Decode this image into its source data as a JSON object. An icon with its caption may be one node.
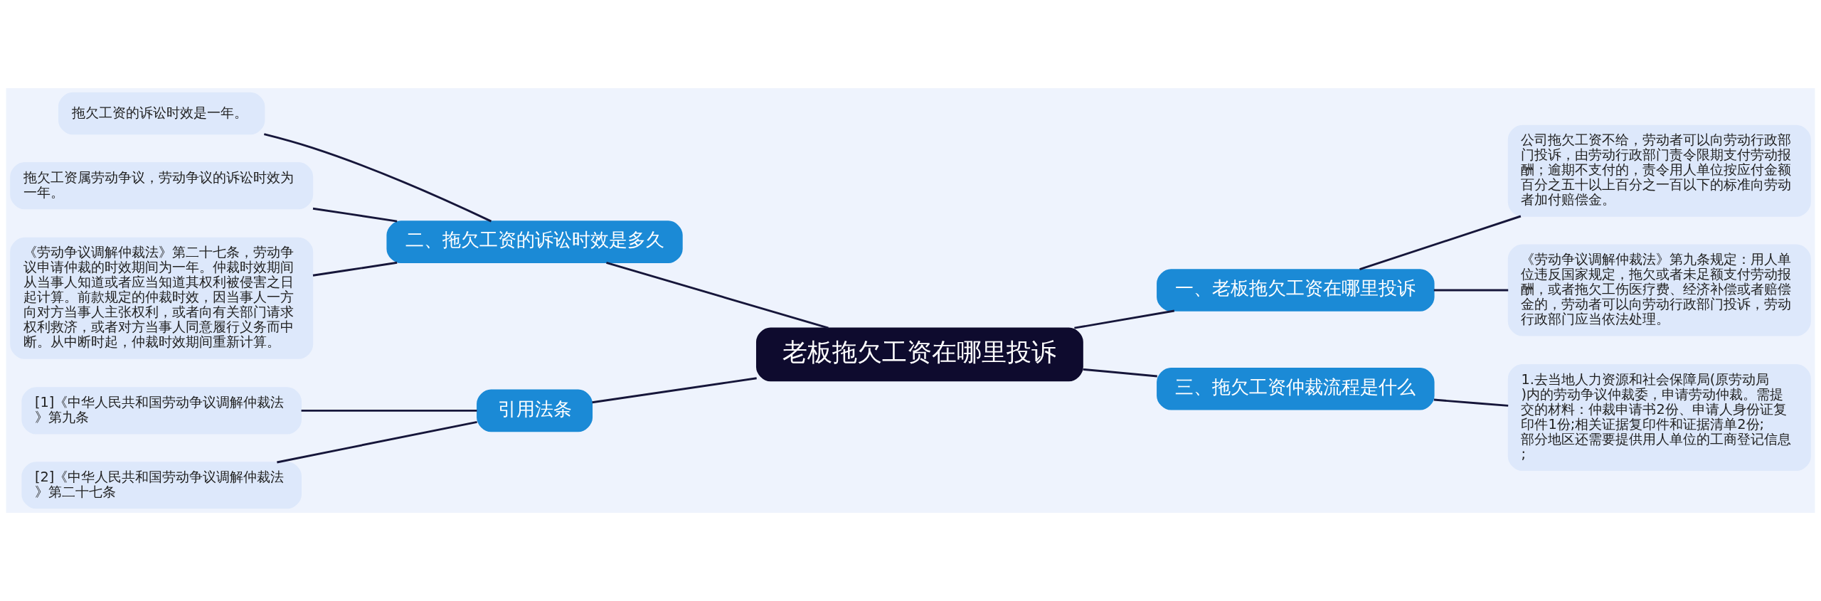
{
  "diagram": {
    "nodes": [
      {
        "text": [
          "老板拖欠工资在哪里投诉"
        ]
      },
      {
        "text": [
          "一、老板拖欠工资在哪里投诉"
        ]
      },
      {
        "text": [
          "公司拖欠工资不给，劳动者可以向劳动行政部门投诉，由劳动行政部门责令限期支付劳动报酬；逾期不支付的，责令用人单位按应付金额百分之五十以上百分之一百以下的标准向劳动者加付赔偿金。"
        ]
      },
      {
        "text": [
          "《劳动争议调解仲裁法》第九条规定：用人单位违反国家规定，拖欠或者未足额支付劳动报酬，或者拖欠工伤医疗费、经济补偿或者赔偿金的，劳动者可以向劳动行政部门投诉，劳动行政部门应当依法处理。"
        ]
      },
      {
        "text": [
          "三、拖欠工资仲裁流程是什么"
        ]
      },
      {
        "text": [
          "1.去当地人力资源和社会保障局(原劳动局)内的劳动争议仲裁委，申请劳动仲裁。需提交的材料：仲裁申请书2份、申请人身份证复印件1份;相关证据复印件和证据清单2份;部分地区还需要提供用人单位的工商登记信息;"
        ]
      },
      {
        "text": [
          "二、拖欠工资的诉讼时效是多久"
        ]
      },
      {
        "text": [
          "拖欠工资的诉讼时效是一年。"
        ]
      },
      {
        "text": [
          "拖欠工资属劳动争议，劳动争议的诉讼时效为一年。"
        ]
      },
      {
        "text": [
          "《劳动争议调解仲裁法》第二十七条，劳动争议申请仲裁的时效期间为一年。仲裁时效期间从当事人知道或者应当知道其权利被侵害之日起计算。前款规定的仲裁时效，因当事人一方向对方当事人主张权利，或者向有关部门请求权利救济，或者对方当事人同意履行义务而中断。从中断时起，仲裁时效期间重新计算。"
        ]
      },
      {
        "text": [
          "引用法条"
        ]
      },
      {
        "text": [
          "[1]《中华人民共和国劳动争议调解仲裁法》第九条"
        ]
      },
      {
        "text": [
          "[2]《中华人民共和国劳动争议调解仲裁法》第二十七条"
        ]
      }
    ],
    "edges": [
      {
        "from": 0,
        "to": 1,
        "arrow": "none"
      },
      {
        "from": 1,
        "to": 2,
        "arrow": "none"
      },
      {
        "from": 1,
        "to": 3,
        "arrow": "none"
      },
      {
        "from": 0,
        "to": 4,
        "arrow": "none"
      },
      {
        "from": 4,
        "to": 5,
        "arrow": "none"
      },
      {
        "from": 0,
        "to": 6,
        "arrow": "none"
      },
      {
        "from": 6,
        "to": 7,
        "arrow": "none"
      },
      {
        "from": 6,
        "to": 8,
        "arrow": "none"
      },
      {
        "from": 6,
        "to": 9,
        "arrow": "none"
      },
      {
        "from": 0,
        "to": 10,
        "arrow": "none"
      },
      {
        "from": 10,
        "to": 11,
        "arrow": "none"
      },
      {
        "from": 10,
        "to": 12,
        "arrow": "none"
      }
    ]
  }
}
